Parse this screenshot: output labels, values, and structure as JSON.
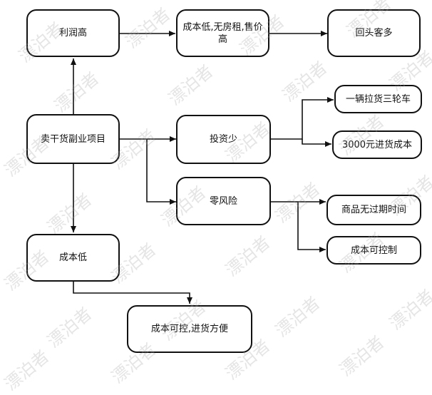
{
  "nodes": {
    "profit_high": "利润高",
    "low_cost_no_rent": "成本低,无房租,售价高",
    "repeat_customers": "回头客多",
    "side_business": "卖干货副业项目",
    "low_investment": "投资少",
    "tricycle": "一辆拉货三轮车",
    "stock_cost": "3000元进货成本",
    "zero_risk": "零风险",
    "no_expiry": "商品无过期时间",
    "cost_controllable": "成本可控制",
    "low_cost": "成本低",
    "cost_control_convenient": "成本可控,进货方便"
  },
  "watermark": "漂泊者",
  "colors": {
    "line": "#111111",
    "border": "#111111",
    "watermark": "#b0b0b0"
  }
}
